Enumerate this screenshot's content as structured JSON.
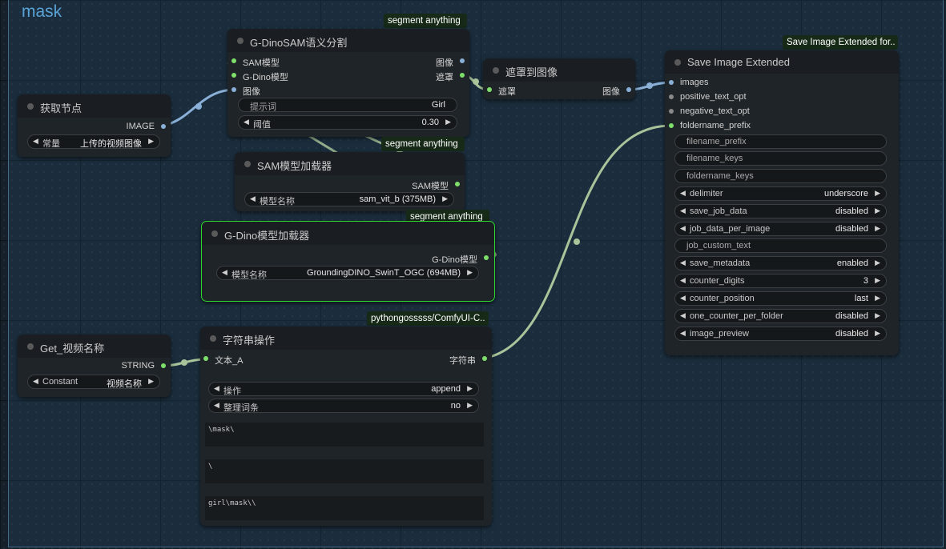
{
  "group": {
    "title": "mask"
  },
  "nodes": {
    "get_node": {
      "title": "获取节点",
      "output": "IMAGE",
      "widget": {
        "label": "常量",
        "value": "上传的视频图像"
      }
    },
    "dinosam": {
      "badge": "segment anything",
      "title": "G-DinoSAM语义分割",
      "inputs": [
        "SAM模型",
        "G-Dino模型",
        "图像"
      ],
      "outputs": [
        "图像",
        "遮罩"
      ],
      "prompt_label": "提示词",
      "prompt_value": "Girl",
      "threshold_label": "阈值",
      "threshold_value": "0.30"
    },
    "mask_to_image": {
      "title": "遮罩到图像",
      "input": "遮罩",
      "output": "图像"
    },
    "sam_loader": {
      "badge": "segment anything",
      "title": "SAM模型加载器",
      "output": "SAM模型",
      "widget": {
        "label": "模型名称",
        "value": "sam_vit_b (375MB)"
      }
    },
    "gdino_loader": {
      "badge": "segment anything",
      "title": "G-Dino模型加载器",
      "output": "G-Dino模型",
      "widget": {
        "label": "模型名称",
        "value": "GroundingDINO_SwinT_OGC (694MB)"
      }
    },
    "get_video_name": {
      "title": "Get_视频名称",
      "output": "STRING",
      "widget": {
        "label": "Constant",
        "value": "视频名称"
      }
    },
    "string_op": {
      "badge": "pythongosssss/ComfyUI-C..",
      "title": "字符串操作",
      "input": "文本_A",
      "output": "字符串",
      "op_label": "操作",
      "op_value": "append",
      "tidy_label": "整理词条",
      "tidy_value": "no",
      "text1": "\\mask\\",
      "text2": "\\",
      "text3": "girl\\mask\\\\"
    },
    "save_image": {
      "badge": "Save Image Extended for..",
      "title": "Save Image Extended",
      "inputs": [
        "images",
        "positive_text_opt",
        "negative_text_opt",
        "foldername_prefix"
      ],
      "text_widgets": [
        "filename_prefix",
        "filename_keys",
        "foldername_keys"
      ],
      "combos1": [
        {
          "label": "delimiter",
          "value": "underscore"
        },
        {
          "label": "save_job_data",
          "value": "disabled"
        },
        {
          "label": "job_data_per_image",
          "value": "disabled"
        }
      ],
      "job_custom_text": "job_custom_text",
      "combos2": [
        {
          "label": "save_metadata",
          "value": "enabled"
        },
        {
          "label": "counter_digits",
          "value": "3"
        },
        {
          "label": "counter_position",
          "value": "last"
        },
        {
          "label": "one_counter_per_folder",
          "value": "disabled"
        },
        {
          "label": "image_preview",
          "value": "disabled"
        }
      ]
    }
  },
  "colors": {
    "link_image": "#8ab0d8",
    "link_mask": "#a8c49a",
    "link_string": "#a8c49a",
    "selected_border": "#2ed62e",
    "badge_bg": "#162a17"
  }
}
